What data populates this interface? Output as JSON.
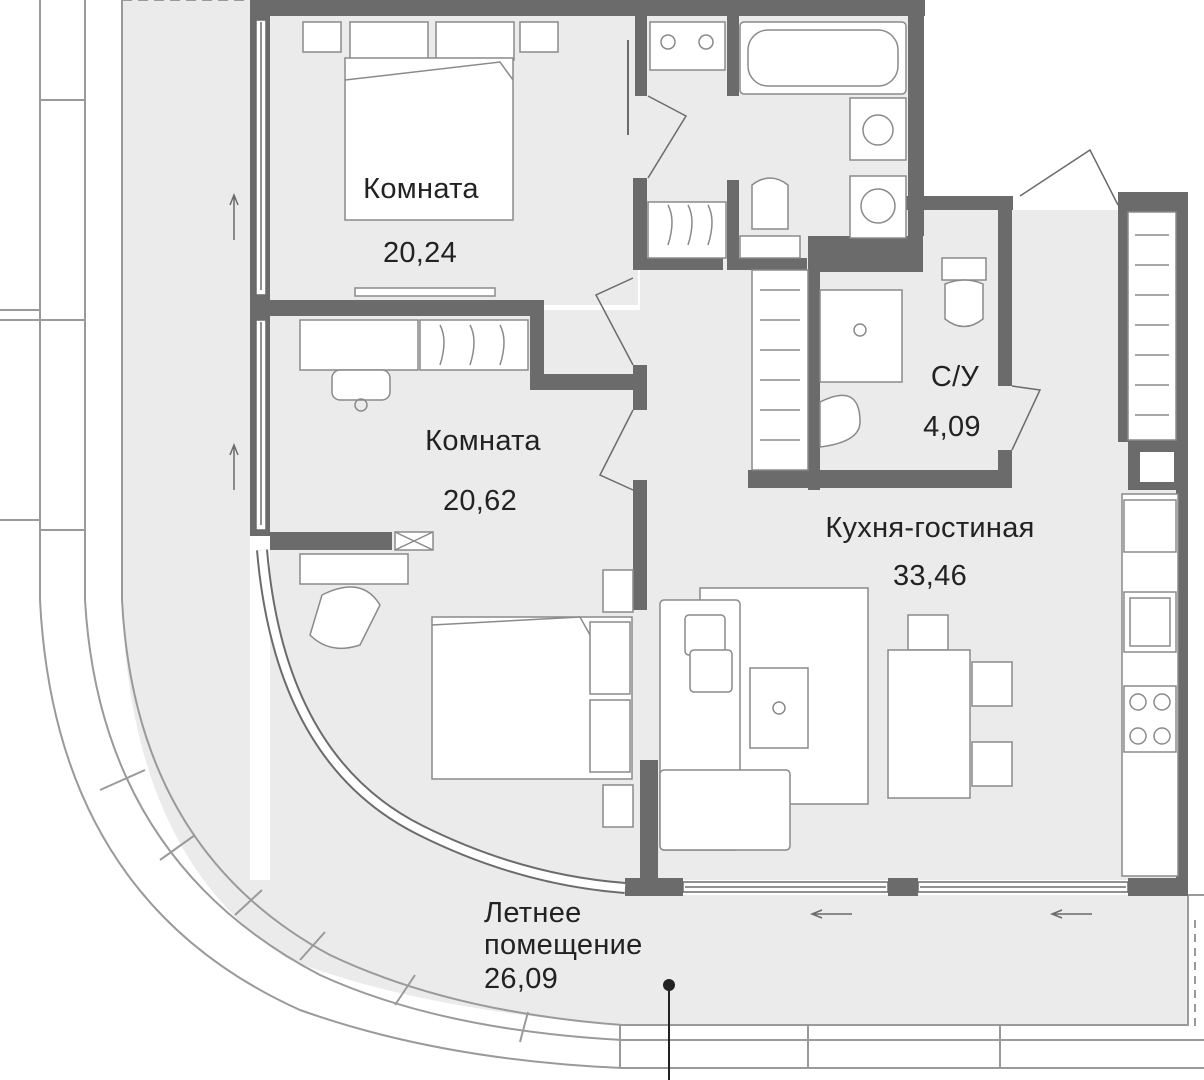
{
  "rooms": {
    "room1": {
      "name": "Комната",
      "area": "20,24"
    },
    "room2": {
      "name": "Комната",
      "area": "20,62"
    },
    "bathroom": {
      "name": "С/У",
      "area": "4,09"
    },
    "kitchen": {
      "name": "Кухня-гостиная",
      "area": "33,46"
    },
    "summer_room": {
      "name_line1": "Летнее",
      "name_line2": "помещение",
      "area": "26,09"
    }
  },
  "colors": {
    "wall": "#6b6b6b",
    "floor": "#ebebeb",
    "furniture_line": "#8a8a8a",
    "text": "#222222"
  }
}
